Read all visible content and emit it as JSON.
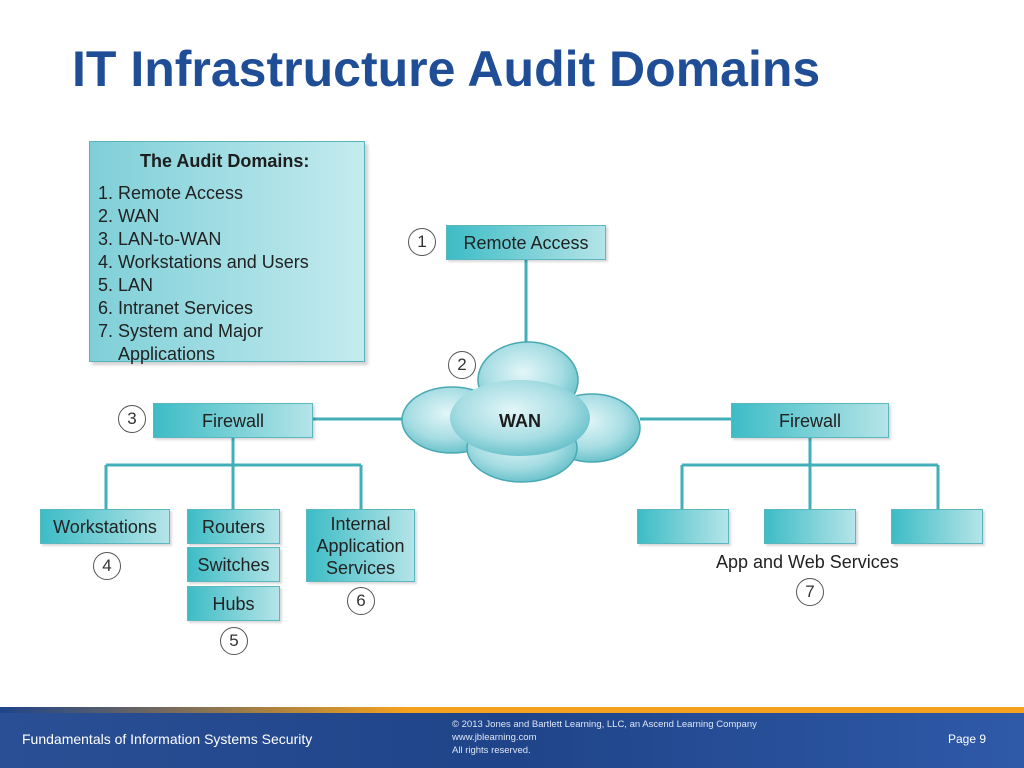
{
  "slide": {
    "title": "IT Infrastructure Audit Domains"
  },
  "legend": {
    "title": "The Audit Domains:",
    "items": [
      {
        "num": "1.",
        "text": "Remote Access"
      },
      {
        "num": "2.",
        "text": "WAN"
      },
      {
        "num": "3.",
        "text": "LAN-to-WAN"
      },
      {
        "num": "4.",
        "text": "Workstations and Users"
      },
      {
        "num": "5.",
        "text": "LAN"
      },
      {
        "num": "6.",
        "text": "Intranet Services"
      },
      {
        "num": "7.",
        "text": "System and Major Applications"
      }
    ]
  },
  "diagram": {
    "remote_access": "Remote Access",
    "wan": "WAN",
    "firewall_left": "Firewall",
    "firewall_right": "Firewall",
    "workstations": "Workstations",
    "routers": "Routers",
    "switches": "Switches",
    "hubs": "Hubs",
    "internal_app_services": "Internal Application Services",
    "app_web_services": "App and Web Services",
    "numbers": [
      "1",
      "2",
      "3",
      "4",
      "5",
      "6",
      "7"
    ],
    "colors": {
      "box_gradient_start": "#3dbcc6",
      "box_gradient_end": "#b4e4e8",
      "connector": "#42aeb8",
      "cloud": "#a6dde3",
      "title": "#1f4e97"
    }
  },
  "footer": {
    "left": "Fundamentals of Information Systems Security",
    "copyright": "© 2013 Jones and Bartlett Learning, LLC, an Ascend Learning Company",
    "url": "www.jblearning.com",
    "rights": "All rights reserved.",
    "page": "Page 9"
  }
}
